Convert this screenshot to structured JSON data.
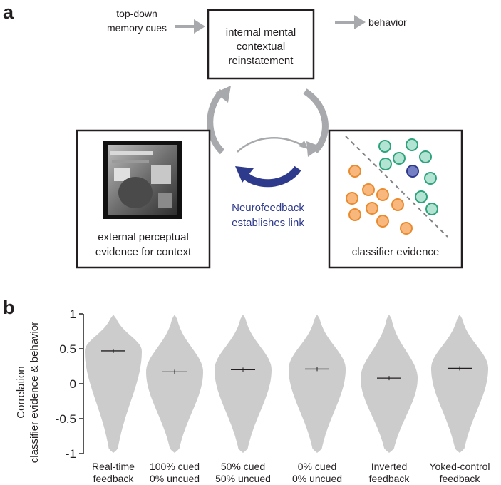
{
  "panel_a": {
    "letter": "a",
    "left_input": [
      "top-down",
      "memory cues"
    ],
    "center_box": [
      "internal mental",
      "contextual",
      "reinstatement"
    ],
    "right_output": "behavior",
    "left_box_caption": [
      "external perceptual",
      "evidence for context"
    ],
    "right_box_caption": "classifier evidence",
    "neurofeedback": [
      "Neurofeedback",
      "establishes link"
    ],
    "colors": {
      "orange": "#f8b77c",
      "green": "#b3e3d2",
      "blue_dot": "#7580c4",
      "nf_arrow": "#2e3a8c",
      "gray_arrow": "#a7a9ac"
    }
  },
  "panel_b": {
    "letter": "b",
    "ylabel": [
      "Correlation",
      "classifier evidence & behavior"
    ]
  },
  "chart_data": {
    "type": "violin",
    "ylim": [
      -1,
      1
    ],
    "yticks": [
      "1",
      "0.5",
      "0",
      "-0.5",
      "-1"
    ],
    "categories": [
      [
        "Real-time",
        "feedback"
      ],
      [
        "100% cued",
        "0% uncued"
      ],
      [
        "50% cued",
        "50% uncued"
      ],
      [
        "0% cued",
        "0% uncued"
      ],
      [
        "Inverted",
        "feedback"
      ],
      [
        "Yoked-control",
        "feedback"
      ]
    ],
    "means": [
      0.47,
      0.17,
      0.2,
      0.21,
      0.08,
      0.22
    ],
    "violin_color": "#cccccc"
  }
}
